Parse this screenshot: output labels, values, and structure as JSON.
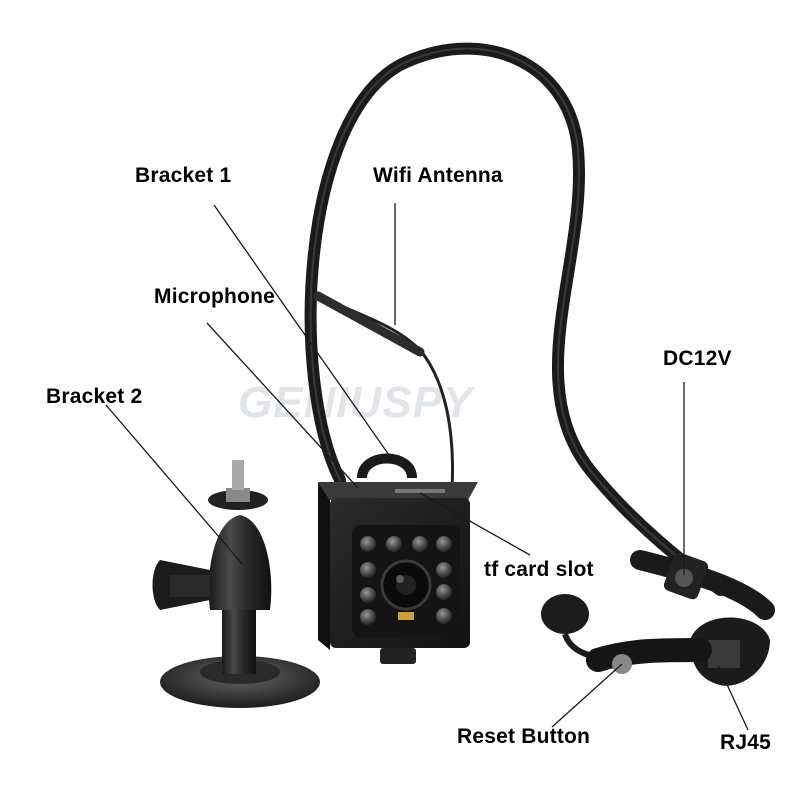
{
  "watermark": "GENIUSPY",
  "labels": {
    "bracket1": "Bracket 1",
    "wifi_antenna": "Wifi Antenna",
    "microphone": "Microphone",
    "bracket2": "Bracket 2",
    "dc12v": "DC12V",
    "tf_card_slot": "tf card slot",
    "reset_button": "Reset Button",
    "rj45": "RJ45"
  }
}
